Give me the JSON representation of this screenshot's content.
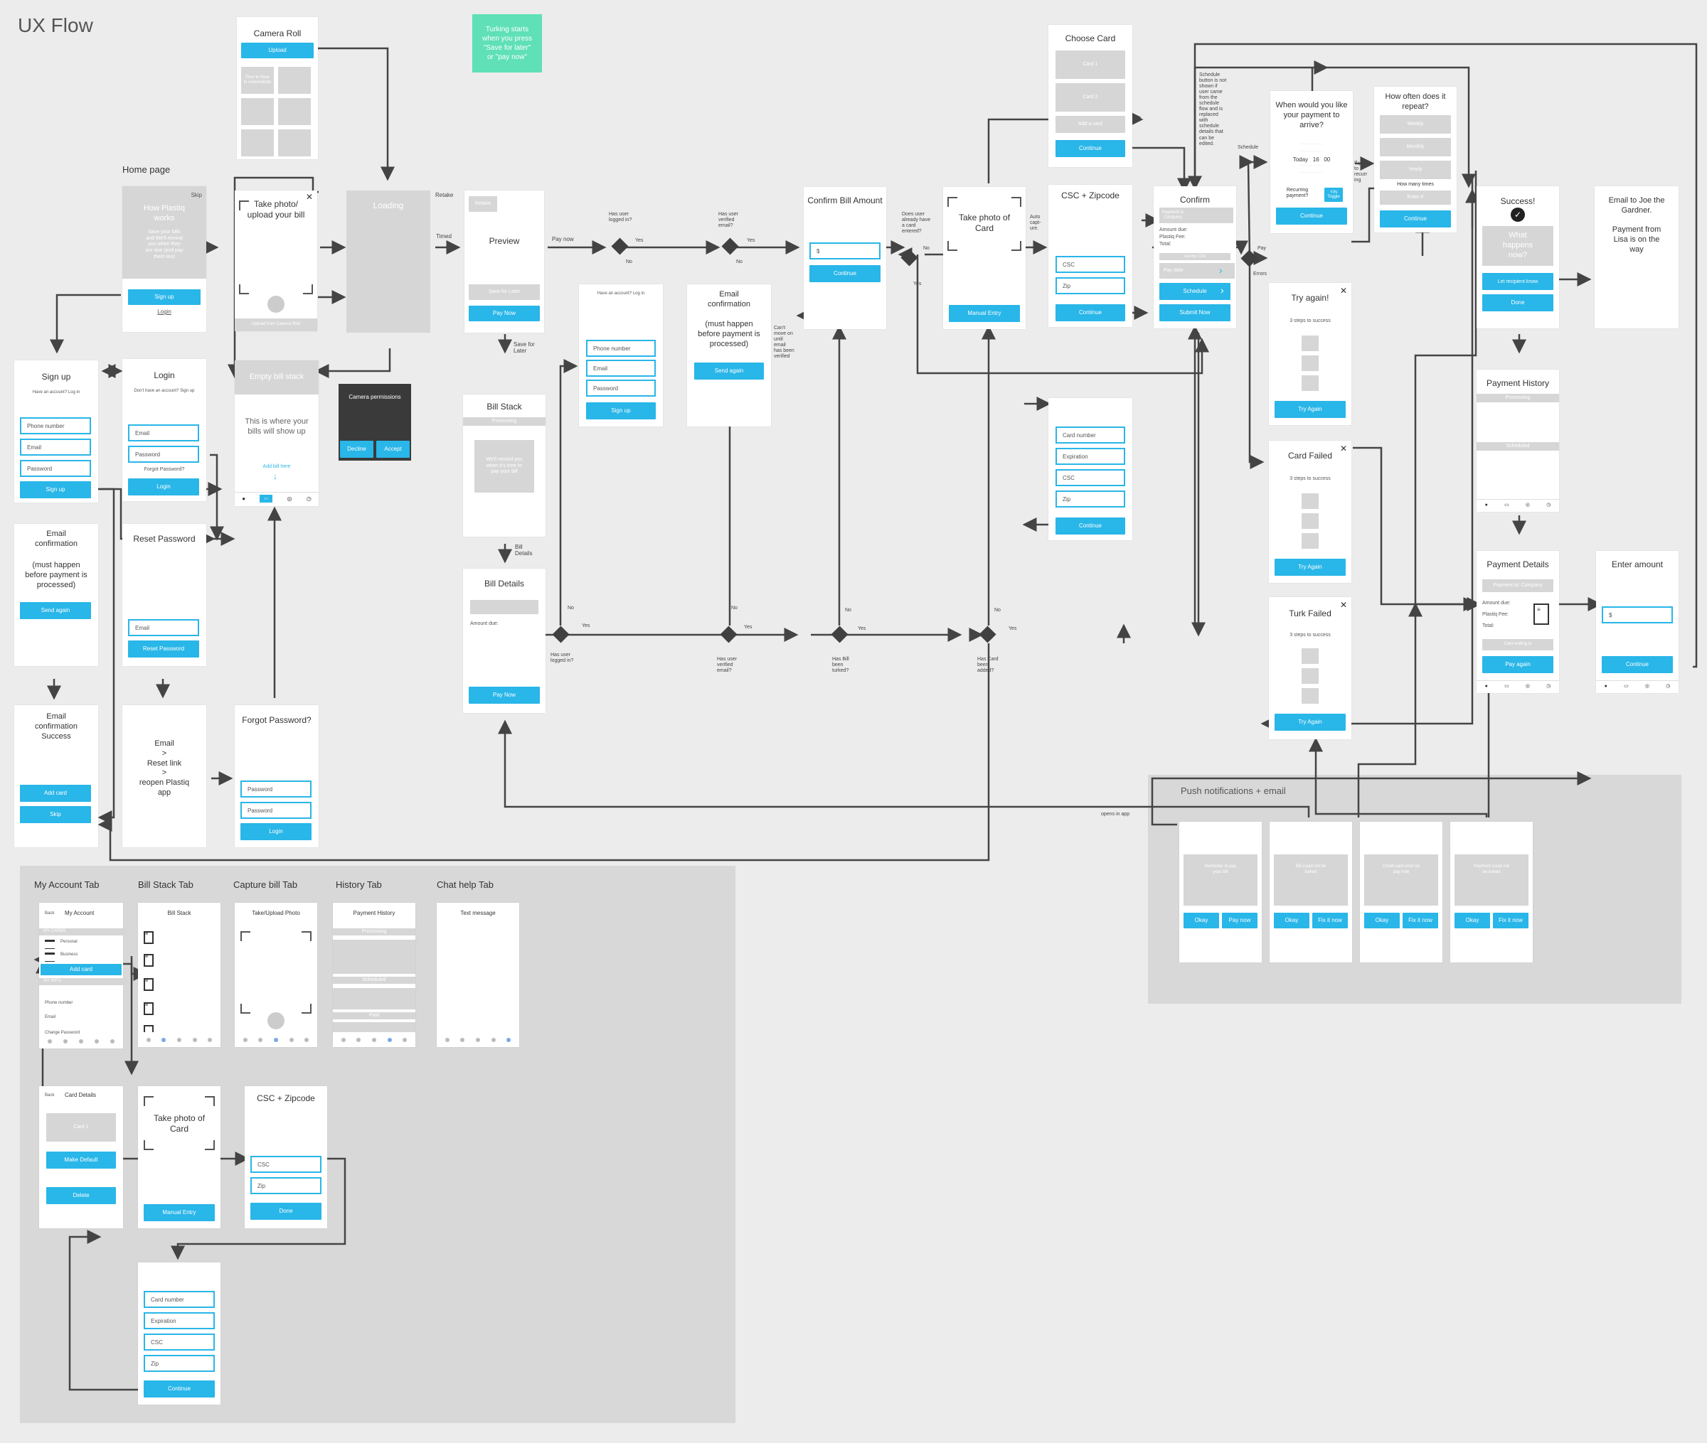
{
  "page_title": "UX Flow",
  "turking_note": "Turking starts\nwhen you press\n\"Save for later\"\nor \"pay now\"",
  "home": {
    "label": "Home page",
    "skip": "Skip",
    "how": "How Plastiq\nworks",
    "body": "Save your bills\nand We'll remind\nyou when they\nare due (and pay\nthem too)",
    "signup": "Sign up",
    "login": "Login"
  },
  "camera_roll": {
    "title": "Camera Roll",
    "upload": "Upload",
    "tip": "Prior to Here\nin screenshots"
  },
  "take_photo": {
    "title": "Take photo/\nupload your bill",
    "upload_from": "Upload from Camera Roll"
  },
  "loading": {
    "text": "Loading",
    "retake": "Retake",
    "timed": "Timed"
  },
  "preview": {
    "retake_btn": "Retake",
    "title": "Preview",
    "save_later": "Save for Later",
    "pay_now": "Pay Now",
    "pay_now_lbl": "Pay now",
    "save_for_later_lbl": "Save for\nLater"
  },
  "signup": {
    "title": "Sign up",
    "sub": "Have an account? Log in",
    "phone": "Phone number",
    "email": "Email",
    "password": "Password",
    "btn": "Sign up"
  },
  "login": {
    "title": "Login",
    "sub": "Don't have an account? Sign up",
    "email": "Email",
    "password": "Password",
    "forgot": "Forgot Password?",
    "btn": "Login"
  },
  "empty_stack": {
    "title": "Empty bill stack",
    "body": "This is where your\nbills will show up",
    "add": "Add bill here"
  },
  "camera_perm": {
    "title": "Camera permissions",
    "decline": "Decline",
    "accept": "Accept"
  },
  "email_conf": {
    "title": "Email\nconfirmation",
    "body": "(must happen\nbefore payment is\nprocessed)",
    "btn": "Send again"
  },
  "reset_pw": {
    "title": "Reset Password",
    "email": "Email",
    "btn": "Reset Password"
  },
  "email_success": {
    "title": "Email\nconfirmation\nSuccess",
    "add_card": "Add card",
    "skip": "Skip"
  },
  "email_reset": {
    "text": "Email\n>\nReset link\n>\nreopen Plastiq\napp"
  },
  "forgot_pw": {
    "title": "Forgot Password?",
    "password": "Password",
    "password2": "Password",
    "btn": "Login"
  },
  "bill_stack": {
    "title": "Bill Stack",
    "processing": "Processing",
    "reminder": "We'll remind you\nwhen it's time to\npay your bill",
    "bill_details_lbl": "Bill\nDetails"
  },
  "bill_details": {
    "title": "Bill Details",
    "amount": "Amount due:",
    "btn": "Pay Now"
  },
  "login2": {
    "sub": "Have an account? Log in",
    "phone": "Phone number",
    "email": "Email",
    "password": "Password",
    "btn": "Sign up"
  },
  "email_conf2": {
    "title": "Email\nconfirmation",
    "body": "(must happen\nbefore payment is\nprocessed)",
    "btn": "Send again",
    "cant": "Can't\nmove on\nuntil\nemail\nhas been\nverified"
  },
  "confirm_amount": {
    "title": "Confirm Bill Amount",
    "dollar": "$",
    "btn": "Continue"
  },
  "take_photo_card": {
    "title": "Take photo of\nCard",
    "btn": "Manual Entry",
    "auto": "Auto\ncapt-\nure."
  },
  "choose_card": {
    "title": "Choose Card",
    "card1": "Card 1",
    "card2": "Card 2",
    "add": "Add a card",
    "btn": "Continue"
  },
  "csc_zip": {
    "title": "CSC + Zipcode",
    "csc": "CSC",
    "zip": "Zip",
    "btn": "Continue"
  },
  "card_entry": {
    "card": "Card number",
    "exp": "Expiration",
    "csc": "CSC",
    "zip": "Zip",
    "btn": "Continue"
  },
  "confirm": {
    "title": "Confirm",
    "payment_to": "Payment to\nCompany",
    "amount": "Amount due:",
    "fee": "Plastiq Fee:",
    "total": "Total:",
    "pay_date": "Pay date",
    "schedule": "Schedule",
    "submit": "Submit Now",
    "note": "Schedule\nbutton is not\nshown if\nuser came\nfrom the\nschedule\nflow and is\nreplaced\nwith\nschedule\ndetails that\ncan be\nedited.",
    "schedule_lbl": "Schedule",
    "pay_lbl": "Pay",
    "errors_lbl": "Errors"
  },
  "when": {
    "title": "When would you like\nyour payment to\narrive?",
    "today": "Today",
    "h": "16",
    "m": "00",
    "recurring": "Recurring\npayment?",
    "toggle": "Y/N\nToggle",
    "btn": "Continue",
    "if_yes": "If yes\nto\nrecurr\ning"
  },
  "how_often": {
    "title": "How often does it\nrepeat?",
    "weekly": "Weekly",
    "monthly": "Monthly",
    "yearly": "Yearly",
    "times": "How many times",
    "enter": "Enter #",
    "btn": "Continue"
  },
  "success": {
    "title": "Success!",
    "what": "What\nhappens\nnow?",
    "let": "Let recipient know",
    "done": "Done"
  },
  "email_joe": {
    "text": "Email to Joe the\nGardner.\n\nPayment from\nLisa is on the\nway"
  },
  "try_again": {
    "title": "Try again!",
    "steps": "3 steps to success",
    "btn": "Try Again"
  },
  "card_failed": {
    "title": "Card Failed",
    "steps": "3 steps to success",
    "btn": "Try Again"
  },
  "turk_failed": {
    "title": "Turk Failed",
    "steps": "3 steps to success",
    "btn": "Try Again"
  },
  "payment_history": {
    "title": "Payment History",
    "processing": "Processing",
    "scheduled": "Scheduled"
  },
  "payment_details": {
    "title": "Payment Details",
    "payment_to": "Payment to: Company",
    "amount": "Amount due:",
    "fee": "Plastiq Fee:",
    "total": "Total:",
    "card": "Card ending in",
    "btn": "Pay again"
  },
  "enter_amount": {
    "title": "Enter amount",
    "dollar": "$",
    "btn": "Continue"
  },
  "decisions": {
    "logged_in": "Has user\nlogged in?",
    "verified": "Has user\nverified\nemail?",
    "card_entered": "Does user\nalready have\na card\nentered?",
    "logged_in2": "Has user\nlogged in?",
    "verified2": "Has user\nverified\nemail?",
    "turked": "Has Bill\nbeen\nturked?",
    "card_added": "Has Card\nbeen\nadded?",
    "yes": "Yes",
    "no": "No"
  },
  "push": {
    "title": "Push notifications + email",
    "opens": "opens in app",
    "n1": "Reminder to pay\nyour bill",
    "n2": "Bill could not be\nturked",
    "n3": "Credit card error on\npay now",
    "n4": "Payment could not\nbe turked",
    "okay": "Okay",
    "pay_now": "Pay now",
    "fix": "Fix it now"
  },
  "tabs": {
    "my_account": "My Account Tab",
    "bill_stack": "Bill Stack Tab",
    "capture": "Capture bill Tab",
    "history": "History Tab",
    "chat": "Chat help Tab",
    "acc_back": "Back",
    "acc_title": "My Account",
    "my_cards": "MY CARDS",
    "personal": "Personal",
    "business": "Business",
    "add_card": "Add card",
    "my_info": "MY INFO",
    "phone": "Phone number",
    "email": "Email",
    "change_pw": "Change Password",
    "bs_title": "Bill Stack",
    "cap_title": "Take/Upload Photo",
    "hist_title": "Payment History",
    "hist_proc": "Processing",
    "hist_sched": "Scheduled",
    "hist_paid": "Paid",
    "chat_title": "Text message"
  },
  "card_details": {
    "back": "Back",
    "title": "Card Details",
    "card": "Card 1",
    "make_default": "Make Default",
    "delete": "Delete"
  },
  "tab_photo": {
    "title": "Take photo of\nCard",
    "btn": "Manual Entry"
  },
  "tab_csc": {
    "title": "CSC + Zipcode",
    "csc": "CSC",
    "zip": "Zip",
    "btn": "Done"
  },
  "tab_card": {
    "card": "Card number",
    "exp": "Expiration",
    "csc": "CSC",
    "zip": "Zip",
    "btn": "Continue"
  }
}
